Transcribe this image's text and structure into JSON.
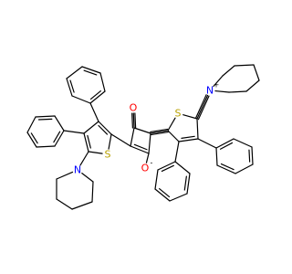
{
  "colors": {
    "background": "#ffffff",
    "bond": "#000000",
    "carbon": "#000000",
    "nitrogen": "#0000ff",
    "oxygen": "#ff0000",
    "sulfur": "#b8a000"
  },
  "atoms": {
    "O1": {
      "symbol": "O",
      "charge": "",
      "color_key": "oxygen"
    },
    "O2": {
      "symbol": "O",
      "charge": "-",
      "color_key": "oxygen"
    },
    "S1": {
      "symbol": "S",
      "charge": "",
      "color_key": "sulfur"
    },
    "S2": {
      "symbol": "S",
      "charge": "",
      "color_key": "sulfur"
    },
    "N1": {
      "symbol": "N",
      "charge": "",
      "color_key": "nitrogen"
    },
    "N2": {
      "symbol": "N",
      "charge": "+",
      "color_key": "nitrogen"
    }
  }
}
